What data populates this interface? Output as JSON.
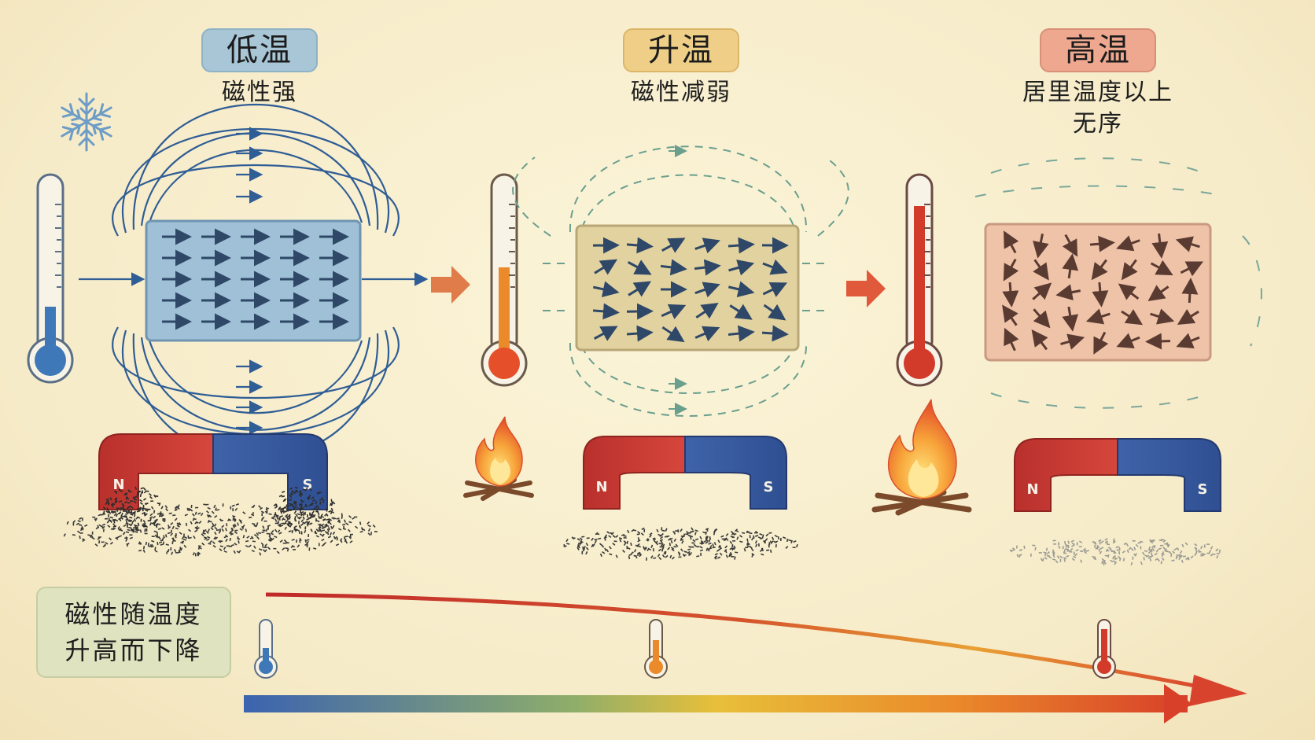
{
  "stages": [
    {
      "badge": "低温",
      "caption_lines": [
        "磁性强"
      ],
      "theme": "cold",
      "badge_color": "#a8c6d6"
    },
    {
      "badge": "升温",
      "caption_lines": [
        "磁性减弱"
      ],
      "theme": "warm",
      "badge_color": "#efcf88"
    },
    {
      "badge": "高温",
      "caption_lines": [
        "居里温度以上",
        "无序"
      ],
      "theme": "hot",
      "badge_color": "#eea890"
    }
  ],
  "magnet_poles": {
    "north": "N",
    "south": "S"
  },
  "note": {
    "lines": [
      "磁性随温度",
      "升高而下降"
    ]
  },
  "icons": [
    "snowflake-icon",
    "thermometer-icon",
    "fire-icon",
    "horseshoe-magnet-icon",
    "arrow-right-icon"
  ],
  "colors": {
    "cold": "#3f6fa8",
    "warm": "#e58a2a",
    "hot": "#c8332a",
    "field_line": "#2f5d95",
    "dashed_line": "#5e9a8a"
  }
}
